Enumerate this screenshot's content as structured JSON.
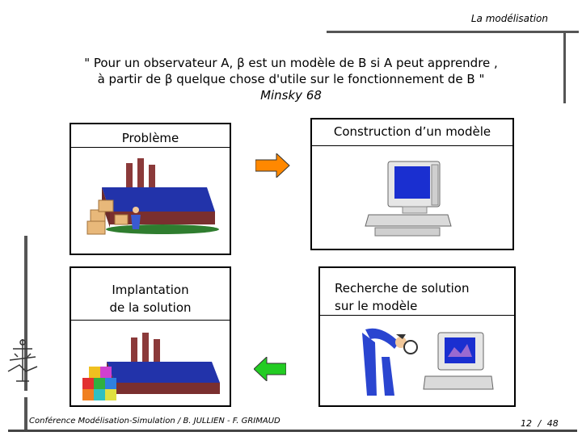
{
  "header": {
    "title": "La modélisation"
  },
  "quote": {
    "line1": "\" Pour un observateur A, β est un modèle de B si A peut apprendre ,",
    "line2": "à partir de β quelque chose d'utile sur le fonctionnement de B \"",
    "author": "Minsky 68"
  },
  "boxes": {
    "probleme": "Problème",
    "construction": "Construction d’un modèle",
    "implantation_l1": "Implantation",
    "implantation_l2": "de la solution",
    "recherche_l1": "Recherche de solution",
    "recherche_l2": "sur le modèle"
  },
  "icons": {
    "arrow_right": "orange-arrow-right-icon",
    "arrow_left": "green-arrow-left-icon",
    "factory": "factory-icon",
    "computer": "computer-icon",
    "detective": "detective-magnifier-icon"
  },
  "colors": {
    "arrow_orange": "#ff8800",
    "arrow_green": "#22cc22"
  },
  "footer": {
    "conference": "Conférence Modélisation-Simulation / B. JULLIEN - F. GRIMAUD",
    "page": "12",
    "total": "48",
    "separator": "/"
  }
}
